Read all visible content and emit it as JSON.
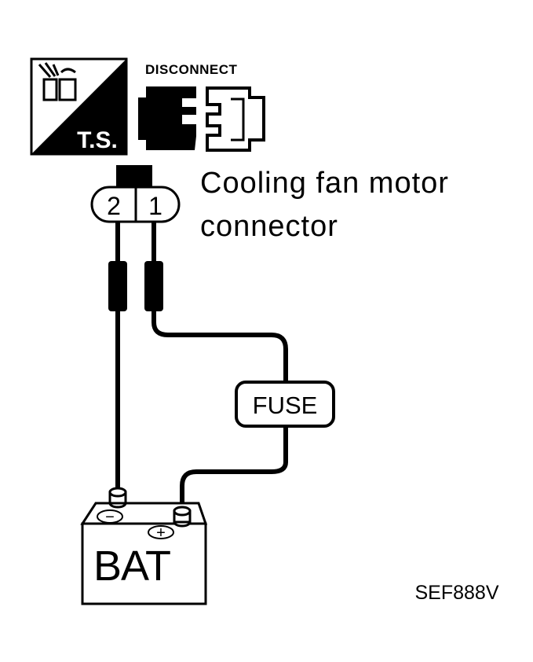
{
  "ts_badge": {
    "label": "T.S."
  },
  "disconnect_label": "DISCONNECT",
  "connector": {
    "title_line1": "Cooling fan motor",
    "title_line2": "connector",
    "terminal_left": "2",
    "terminal_right": "1"
  },
  "fuse_label": "FUSE",
  "battery": {
    "label": "BAT",
    "neg_symbol": "−",
    "pos_symbol": "+"
  },
  "figure_code": "SEF888V"
}
